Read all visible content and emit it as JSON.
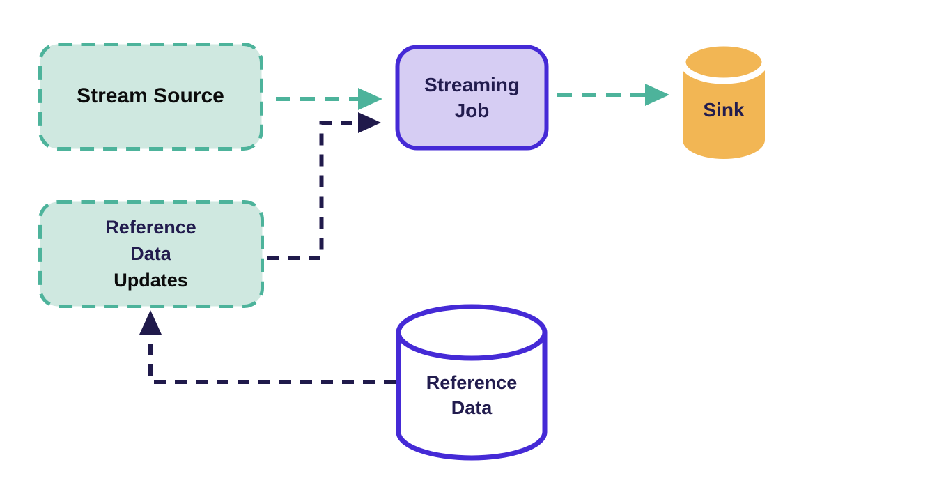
{
  "diagram": {
    "nodes": {
      "stream_source": {
        "label": "Stream Source",
        "shape": "rounded-rect",
        "border_style": "dashed",
        "border_color": "#4DB39B",
        "fill_color": "#CFE8E0"
      },
      "streaming_job": {
        "label": "Streaming Job",
        "shape": "rounded-rect",
        "border_style": "solid",
        "border_color": "#452AD6",
        "fill_color": "#D6CDF3"
      },
      "sink": {
        "label": "Sink",
        "shape": "cylinder",
        "fill_color": "#F2B654"
      },
      "reference_data_updates": {
        "label_line_a": "Reference Data",
        "label_line_b": "Updates",
        "shape": "rounded-rect",
        "border_style": "dashed",
        "border_color": "#4DB39B",
        "fill_color": "#CFE8E0"
      },
      "reference_data": {
        "label": "Reference Data",
        "shape": "cylinder",
        "border_color": "#452AD6",
        "fill_color": "#FFFFFF"
      }
    },
    "edges": [
      {
        "from": "stream_source",
        "to": "streaming_job",
        "style": "dashed-arrow",
        "color": "#4DB39B"
      },
      {
        "from": "streaming_job",
        "to": "sink",
        "style": "dashed-arrow",
        "color": "#4DB39B"
      },
      {
        "from": "reference_data_updates",
        "to": "streaming_job",
        "style": "dashed-arrow-elbow",
        "color": "#201A4B"
      },
      {
        "from": "reference_data",
        "to": "reference_data_updates",
        "style": "dashed-arrow-elbow",
        "color": "#201A4B"
      }
    ],
    "colors": {
      "teal_border": "#4DB39B",
      "teal_fill": "#CFE8E0",
      "purple_border": "#452AD6",
      "purple_fill": "#D6CDF3",
      "navy": "#201A4B",
      "navy_text": "#221C4E",
      "orange": "#F2B654",
      "black_text": "#0B0B0B",
      "background": "#FFFFFF"
    }
  }
}
